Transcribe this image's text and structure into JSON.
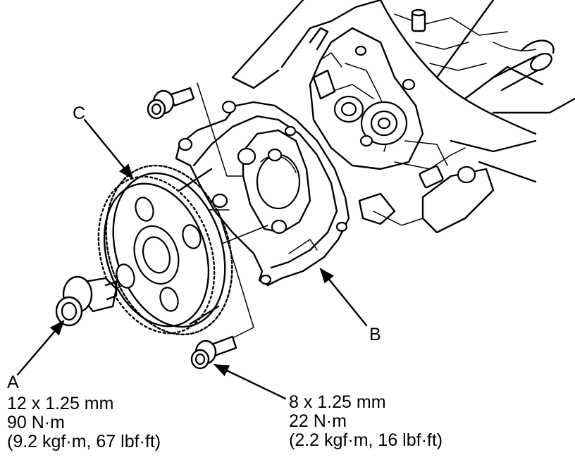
{
  "labels": {
    "a": "A",
    "b": "B",
    "c": "C"
  },
  "bolt_a": {
    "size": "12 x 1.25 mm",
    "torque_nm": "90 N·m",
    "torque_alt": "(9.2 kgf·m, 67 lbf·ft)"
  },
  "bolt_small": {
    "size": "8 x 1.25 mm",
    "torque_nm": "22 N·m",
    "torque_alt": "(2.2 kgf·m, 16 lbf·ft)"
  }
}
